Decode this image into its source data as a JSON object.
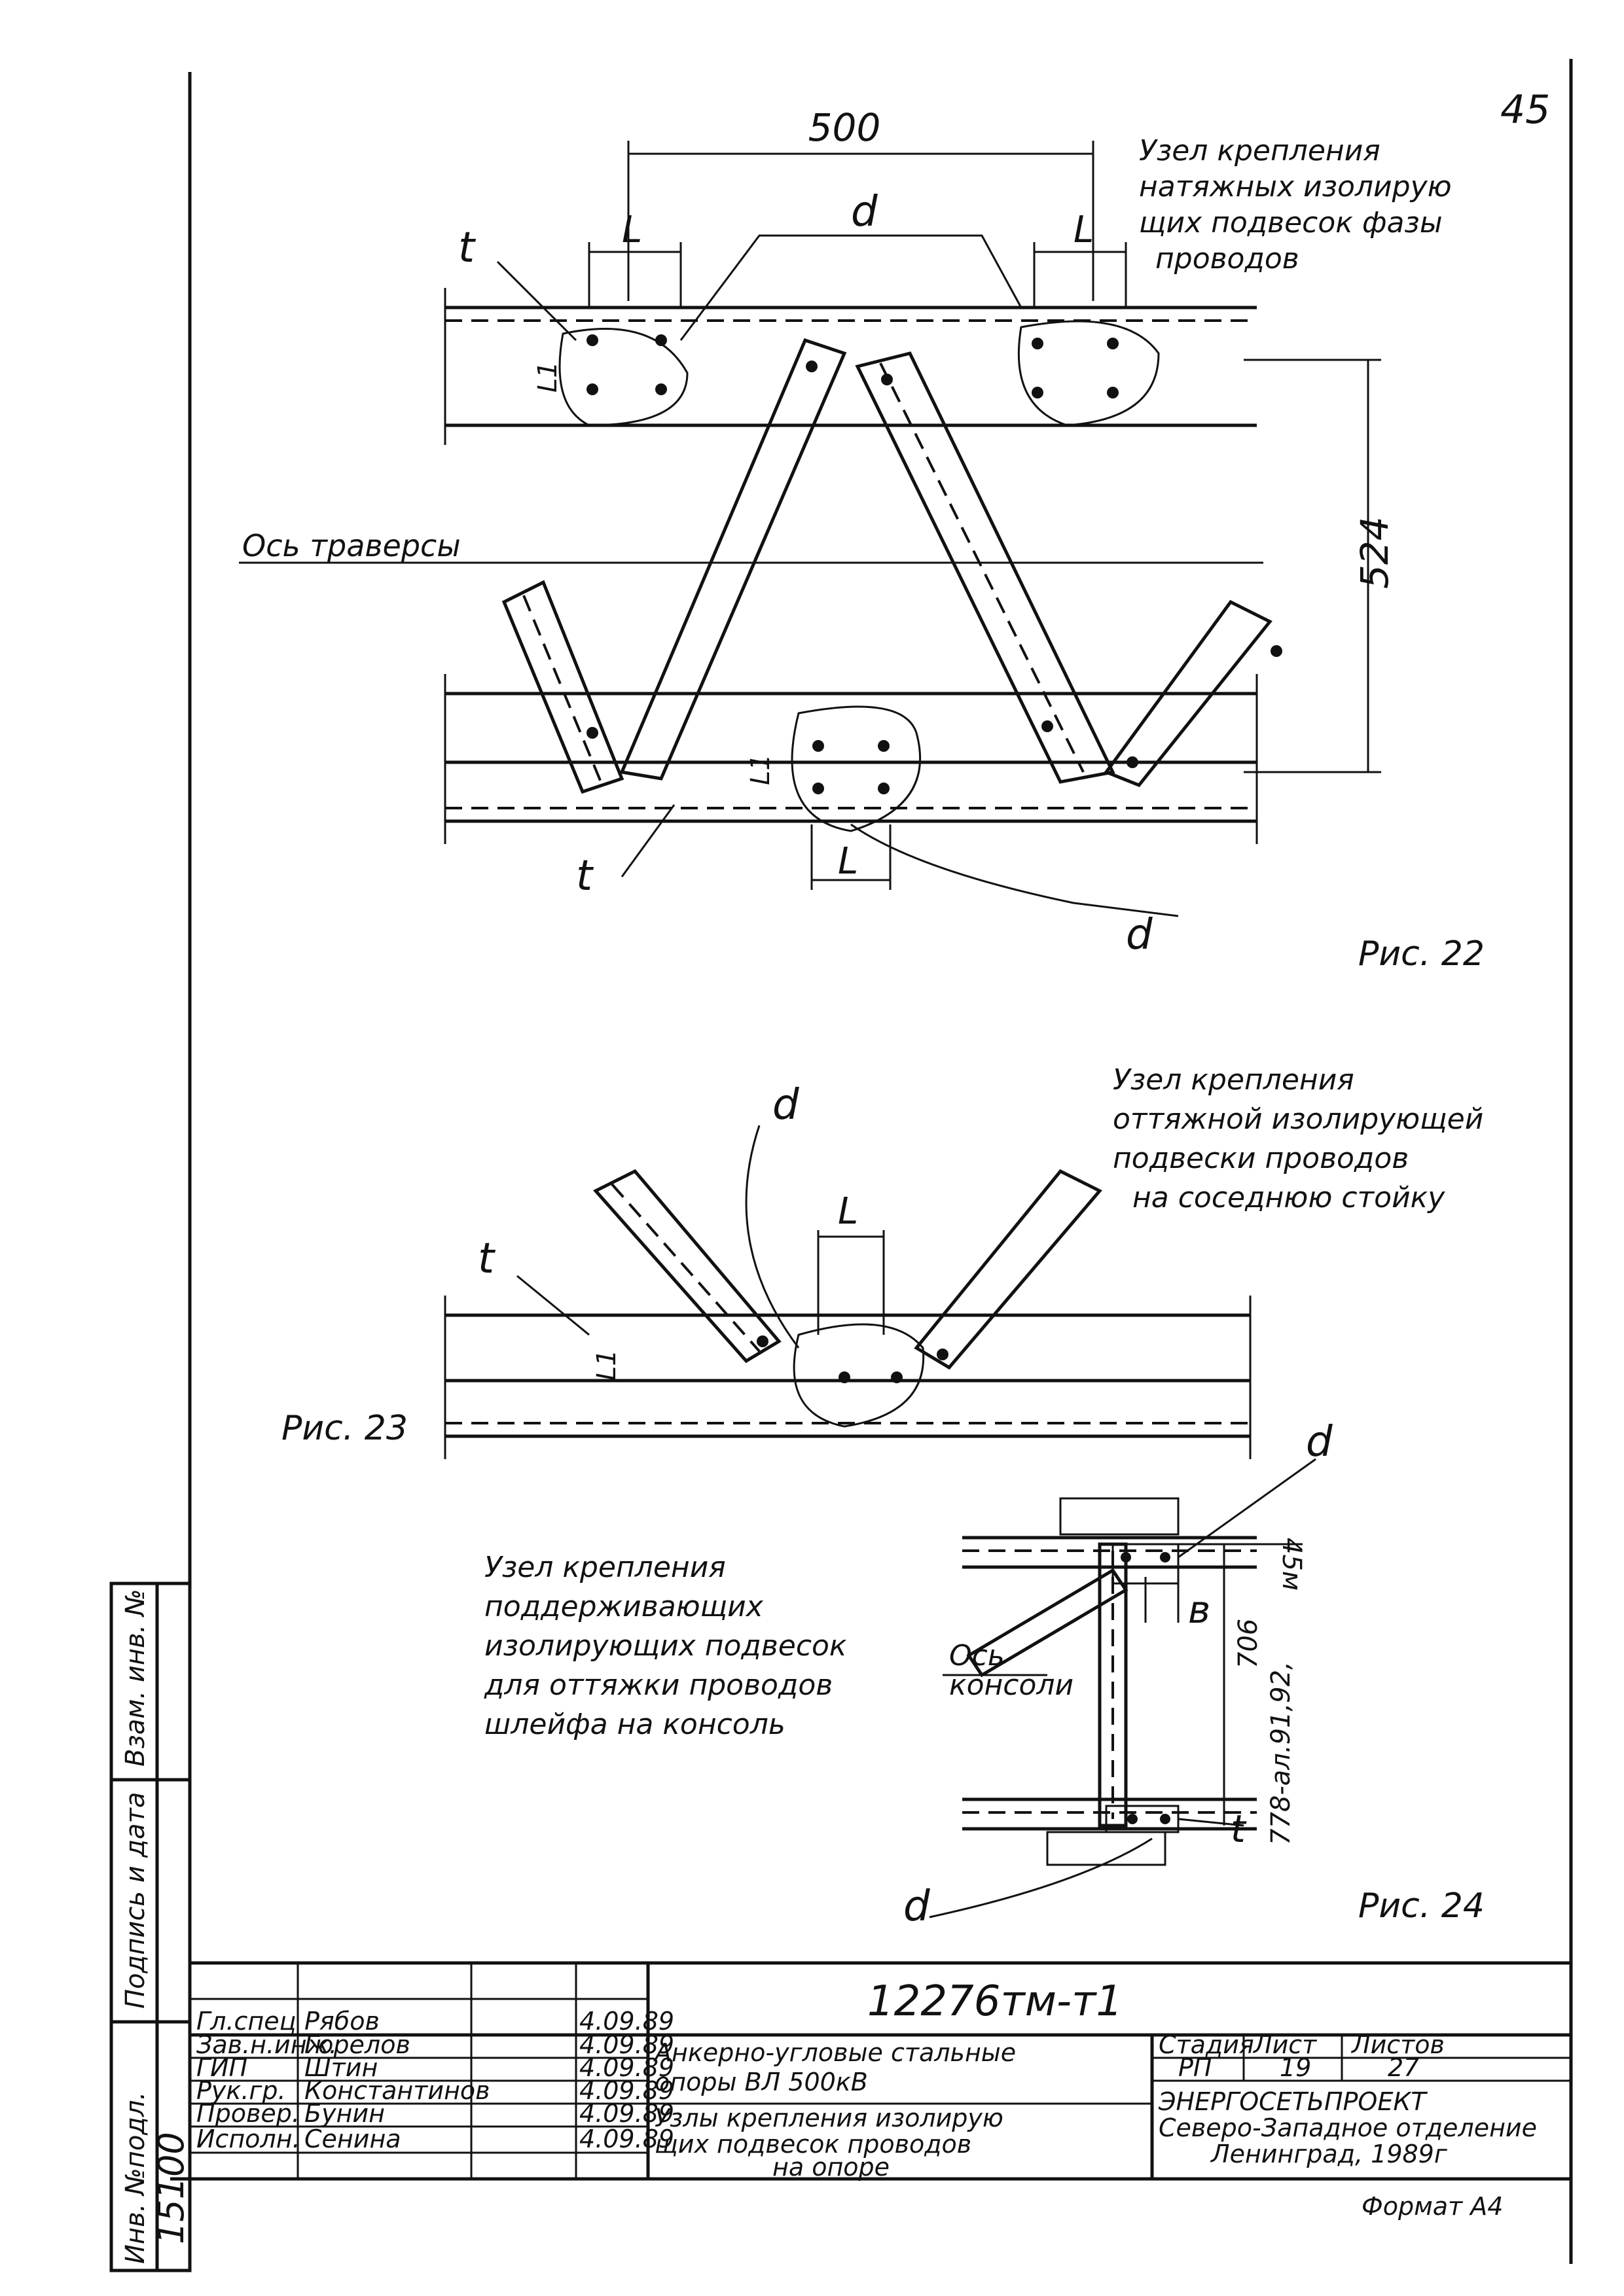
{
  "page_number": "45",
  "fig22": {
    "dim_top": "500",
    "dim_right": "524",
    "lbl_t": "t",
    "lbl_d": "d",
    "lbl_L": "L",
    "lbl_L1": "L1",
    "axis_label": "Ось траверсы",
    "note": [
      "Узел крепления",
      "натяжных изолирую",
      "щих подвесок фазы",
      "проводов"
    ],
    "caption": "Рис. 22"
  },
  "fig23": {
    "lbl_t": "t",
    "lbl_d": "d",
    "lbl_L": "L",
    "lbl_L1": "L1",
    "note": [
      "Узел крепления",
      "оттяжной изолирующей",
      "подвески проводов",
      "на соседнюю стойку"
    ],
    "caption": "Рис. 23"
  },
  "fig24": {
    "lbl_d_top": "d",
    "lbl_d_bottom": "d",
    "lbl_t": "t",
    "lbl_b": "в",
    "dim_upper": "45м",
    "dim_vertical_1": "706",
    "dim_vertical_2": "778-ал.91,92,",
    "axis_label": [
      "Ось",
      "консоли"
    ],
    "note": [
      "Узел крепления",
      "поддерживающих",
      "изолирующих подвесок",
      "для оттяжки проводов",
      "шлейфа на консоль"
    ],
    "caption": "Рис. 24"
  },
  "sidebar": [
    "Инв. №подл.",
    "Подпись и дата",
    "Взам. инв. №"
  ],
  "sidebar_value": "15100",
  "title_block": {
    "doc_number": "12276тм-т1",
    "rows": [
      {
        "role": "Гл.спец",
        "name": "Рябов",
        "date": "4.09.89"
      },
      {
        "role": "Зав.н.инж.",
        "name": "Горелов",
        "date": "4.09.89"
      },
      {
        "role": "ГИП",
        "name": "Штин",
        "date": "4.09.89"
      },
      {
        "role": "Рук.гр.",
        "name": "Константинов",
        "date": "4.09.89"
      },
      {
        "role": "Провер.",
        "name": "Бунин",
        "date": "4.09.89"
      },
      {
        "role": "Исполн.",
        "name": "Сенина",
        "date": "4.09.89"
      }
    ],
    "project_title": [
      "Анкерно-угловые стальные",
      "опоры  ВЛ  500кВ"
    ],
    "sheet_title": [
      "Узлы крепления изолирую",
      "щих подвесок проводов",
      "на опоре"
    ],
    "hdr_stage": "Стадия",
    "hdr_sheet": "Лист",
    "hdr_sheets": "Листов",
    "stage": "РП",
    "sheet": "19",
    "sheets": "27",
    "org": [
      "ЭНЕРГОСЕТЬПРОЕКТ",
      "Северо-Западное отделение",
      "Ленинград, 1989г"
    ]
  },
  "format_label": "Формат А4"
}
